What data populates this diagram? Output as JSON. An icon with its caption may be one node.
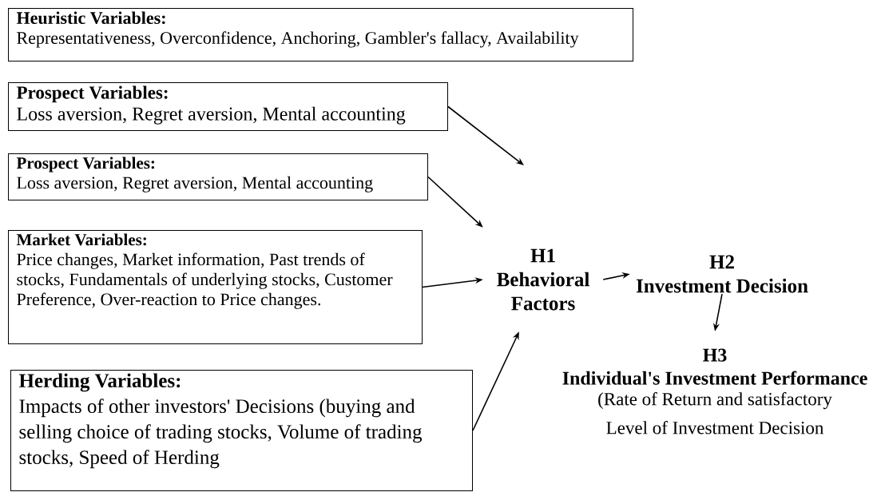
{
  "diagram": {
    "nodes": [
      {
        "text": [
          "Heuristic Variables:",
          "Representativeness, Overconfidence, Anchoring, Gambler's fallacy, Availability"
        ]
      },
      {
        "text": [
          "Prospect Variables:",
          "Loss aversion, Regret aversion, Mental accounting"
        ]
      },
      {
        "text": [
          "Prospect Variables:",
          "Loss aversion, Regret aversion, Mental accounting"
        ]
      },
      {
        "text": [
          "Market Variables:",
          "Price changes, Market information, Past trends of stocks, Fundamentals of underlying stocks, Customer Preference, Over-reaction to Price changes."
        ]
      },
      {
        "text": [
          "Herding Variables:",
          "Impacts of other investors' Decisions (buying and selling choice of trading stocks, Volume of trading stocks, Speed of Herding"
        ]
      },
      {
        "text": [
          "H1",
          "Behavioral Factors"
        ]
      },
      {
        "text": [
          "H2",
          "Investment Decision"
        ]
      },
      {
        "text": [
          "H3",
          "Individual's Investment Performance",
          "(Rate of Return and satisfactory Level of Investment Decision"
        ]
      }
    ],
    "edges": [
      {
        "from": 1,
        "to": null,
        "arrow": "to"
      },
      {
        "from": 2,
        "to": 5,
        "arrow": "to"
      },
      {
        "from": 3,
        "to": 5,
        "arrow": "to"
      },
      {
        "from": 4,
        "to": 5,
        "arrow": "to"
      },
      {
        "from": 5,
        "to": 6,
        "arrow": "to"
      },
      {
        "from": 6,
        "to": 7,
        "arrow": "to"
      }
    ]
  }
}
